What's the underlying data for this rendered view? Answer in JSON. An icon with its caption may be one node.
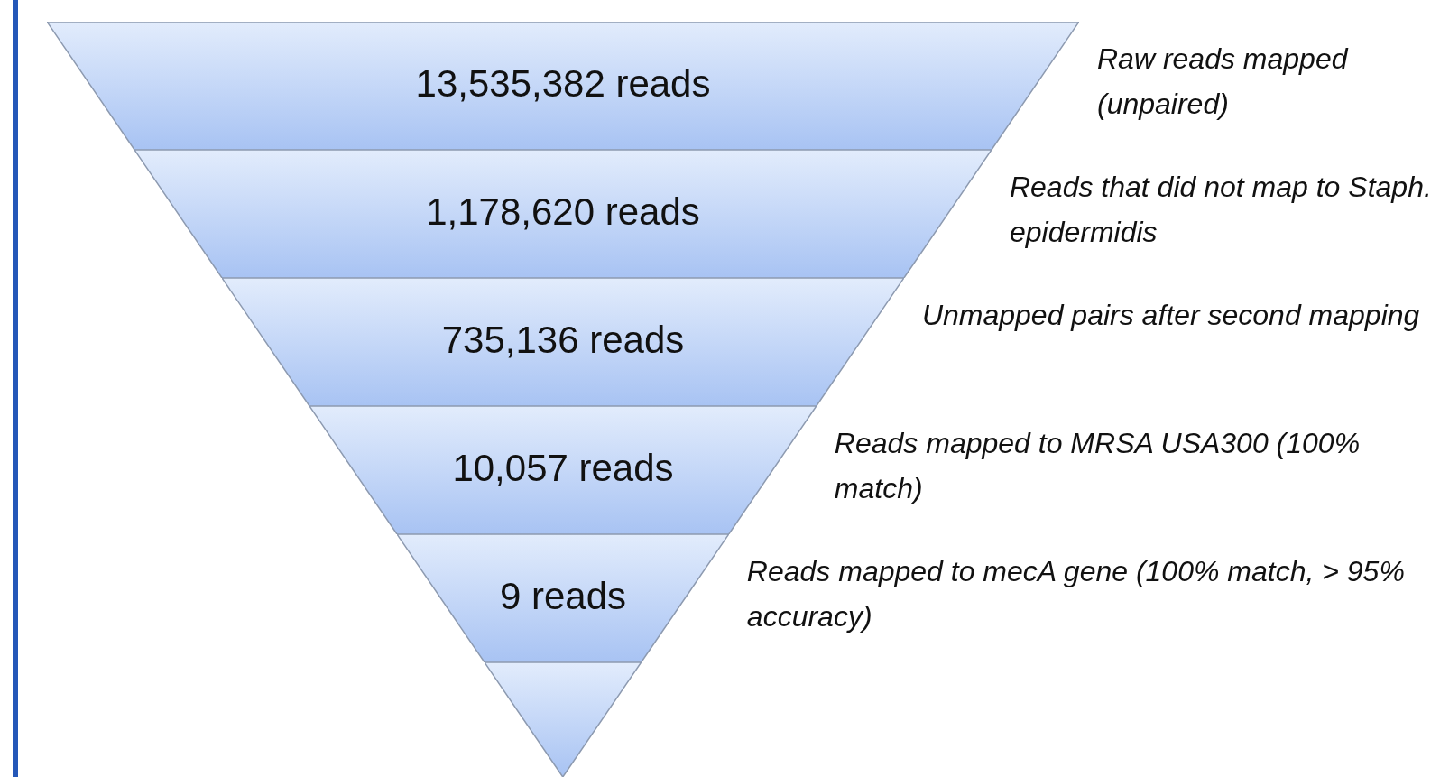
{
  "diagram": {
    "nodes": [
      {
        "text": [
          "13,535,382 reads"
        ],
        "beside": [
          "Raw reads mapped (unpaired)"
        ]
      },
      {
        "text": [
          "1,178,620 reads"
        ],
        "beside": [
          "Reads that did not map to Staph. epidermidis"
        ]
      },
      {
        "text": [
          "735,136 reads"
        ],
        "beside": [
          "Unmapped pairs after second mapping"
        ]
      },
      {
        "text": [
          "10,057 reads"
        ],
        "beside": [
          "Reads mapped to MRSA USA300 (100% match)"
        ]
      },
      {
        "text": [
          "9 reads"
        ],
        "beside": [
          "Reads mapped to mecA gene (100% match, > 95% accuracy)"
        ]
      },
      {
        "text": [],
        "shape": "triangle"
      }
    ]
  }
}
